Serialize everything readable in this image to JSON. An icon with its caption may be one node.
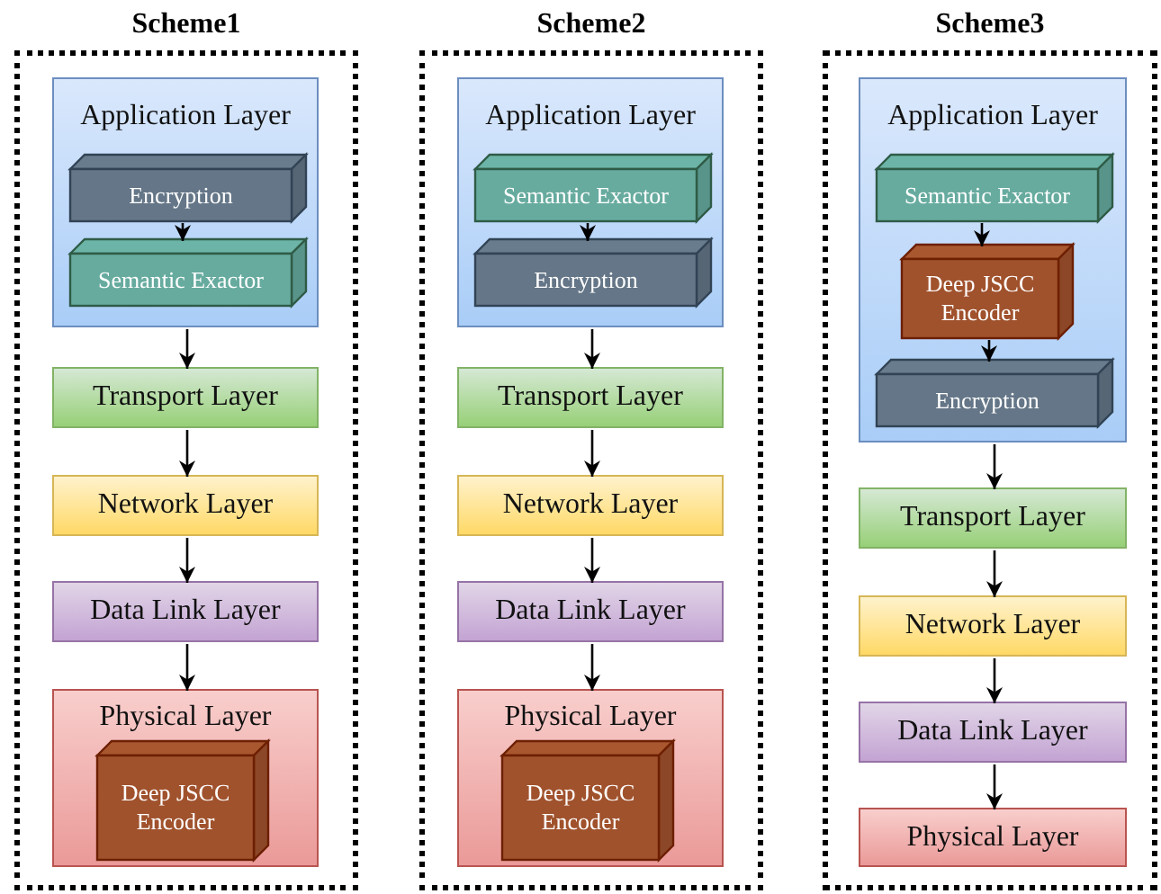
{
  "diagram": {
    "nodes": [
      {
        "text": [
          "Scheme1"
        ]
      },
      {
        "text": [
          "Application Layer"
        ],
        "in": 0
      },
      {
        "text": [
          "Encryption"
        ],
        "in": 1
      },
      {
        "text": [
          "Semantic Exactor"
        ],
        "in": 1
      },
      {
        "text": [
          "Transport Layer"
        ],
        "in": 0
      },
      {
        "text": [
          "Network Layer"
        ],
        "in": 0
      },
      {
        "text": [
          "Data Link Layer"
        ],
        "in": 0
      },
      {
        "text": [
          "Physical Layer"
        ],
        "in": 0
      },
      {
        "text": [
          "Deep JSCC Encoder"
        ],
        "in": 7
      },
      {
        "text": [
          "Scheme2"
        ]
      },
      {
        "text": [
          "Application Layer"
        ],
        "in": 9
      },
      {
        "text": [
          "Semantic Exactor"
        ],
        "in": 10
      },
      {
        "text": [
          "Encryption"
        ],
        "in": 10
      },
      {
        "text": [
          "Transport Layer"
        ],
        "in": 9
      },
      {
        "text": [
          "Network Layer"
        ],
        "in": 9
      },
      {
        "text": [
          "Data Link Layer"
        ],
        "in": 9
      },
      {
        "text": [
          "Physical Layer"
        ],
        "in": 9
      },
      {
        "text": [
          "Deep JSCC Encoder"
        ],
        "in": 16
      },
      {
        "text": [
          "Scheme3"
        ]
      },
      {
        "text": [
          "Application Layer"
        ],
        "in": 18
      },
      {
        "text": [
          "Semantic Exactor"
        ],
        "in": 19
      },
      {
        "text": [
          "Deep JSCC Encoder"
        ],
        "in": 19
      },
      {
        "text": [
          "Encryption"
        ],
        "in": 19
      },
      {
        "text": [
          "Transport Layer"
        ],
        "in": 18
      },
      {
        "text": [
          "Network Layer"
        ],
        "in": 18
      },
      {
        "text": [
          "Data Link Layer"
        ],
        "in": 18
      },
      {
        "text": [
          "Physical Layer"
        ],
        "in": 18
      }
    ],
    "edges": [
      {
        "from": 2,
        "to": 3,
        "arrow": "to"
      },
      {
        "from": 1,
        "to": 4,
        "arrow": "to"
      },
      {
        "from": 4,
        "to": 5,
        "arrow": "to"
      },
      {
        "from": 5,
        "to": 6,
        "arrow": "to"
      },
      {
        "from": 6,
        "to": 7,
        "arrow": "to"
      },
      {
        "from": 11,
        "to": 12,
        "arrow": "to"
      },
      {
        "from": 10,
        "to": 13,
        "arrow": "to"
      },
      {
        "from": 13,
        "to": 14,
        "arrow": "to"
      },
      {
        "from": 14,
        "to": 15,
        "arrow": "to"
      },
      {
        "from": 15,
        "to": 16,
        "arrow": "to"
      },
      {
        "from": 20,
        "to": 21,
        "arrow": "to"
      },
      {
        "from": 21,
        "to": 22,
        "arrow": "to"
      },
      {
        "from": 19,
        "to": 23,
        "arrow": "to"
      },
      {
        "from": 23,
        "to": 24,
        "arrow": "to"
      },
      {
        "from": 24,
        "to": 25,
        "arrow": "to"
      },
      {
        "from": 25,
        "to": 26,
        "arrow": "to"
      }
    ]
  }
}
